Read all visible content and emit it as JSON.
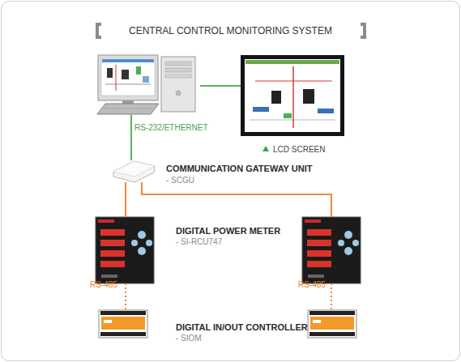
{
  "diagram": {
    "title": "CENTRAL CONTROL MONITORING SYSTEM",
    "nodes": [
      {
        "text": []
      },
      {
        "text": [
          "LCD SCREEN"
        ]
      },
      {
        "text": [
          "COMMUNICATION GATEWAY UNIT",
          "- SCGU"
        ]
      },
      {
        "text": [
          "DIGITAL POWER METER",
          "- SI-RCU747"
        ]
      },
      {
        "text": []
      },
      {
        "text": [
          "DIGITAL IN/OUT CONTROLLER",
          "- SIOM"
        ]
      },
      {
        "text": []
      }
    ],
    "edges": [
      {
        "from": 0,
        "to": 1,
        "arrow": "none"
      },
      {
        "from": 0,
        "to": 2,
        "label": "RS-232/ETHERNET",
        "arrow": "none"
      },
      {
        "from": 2,
        "to": 3,
        "arrow": "none"
      },
      {
        "from": 2,
        "to": 4,
        "arrow": "none"
      },
      {
        "from": 3,
        "to": 5,
        "label": "RS-485",
        "arrow": "none"
      },
      {
        "from": 4,
        "to": 6,
        "label": "RS-485",
        "arrow": "none"
      }
    ]
  }
}
